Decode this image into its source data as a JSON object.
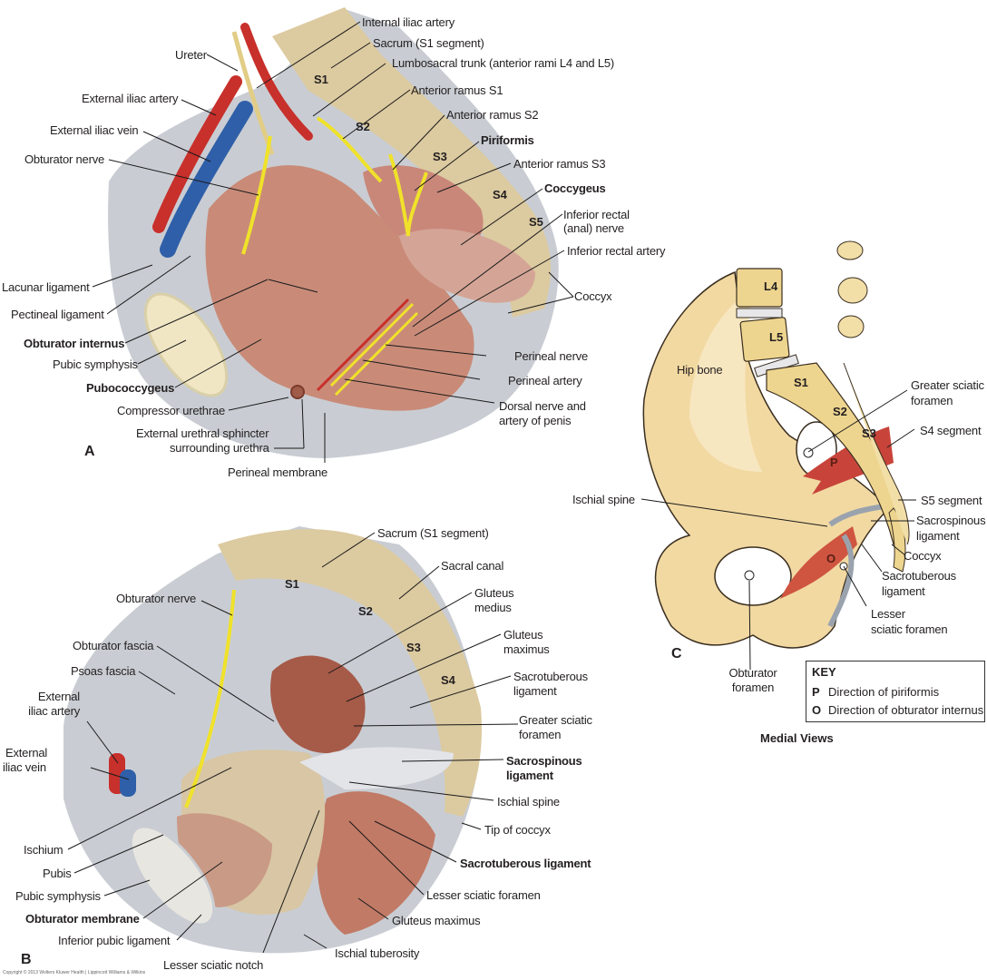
{
  "panel_a": {
    "letter": "A",
    "segments": [
      "S1",
      "S2",
      "S3",
      "S4",
      "S5"
    ],
    "labels_left": [
      {
        "text": "Ureter",
        "bold": false
      },
      {
        "text": "External iliac artery",
        "bold": false
      },
      {
        "text": "External iliac vein",
        "bold": false
      },
      {
        "text": "Obturator nerve",
        "bold": false
      },
      {
        "text": "Lacunar ligament",
        "bold": false
      },
      {
        "text": "Pectineal ligament",
        "bold": false
      },
      {
        "text": "Obturator internus",
        "bold": true
      },
      {
        "text": "Pubic symphysis",
        "bold": false
      },
      {
        "text": "Pubococcygeus",
        "bold": true
      },
      {
        "text": "Compressor urethrae",
        "bold": false
      },
      {
        "text": "External urethral sphincter",
        "bold": false
      },
      {
        "text": "surrounding urethra",
        "bold": false
      },
      {
        "text": "Perineal membrane",
        "bold": false
      }
    ],
    "labels_right": [
      {
        "text": "Internal iliac artery",
        "bold": false
      },
      {
        "text": "Sacrum (S1 segment)",
        "bold": false
      },
      {
        "text": "Lumbosacral trunk (anterior rami L4 and L5)",
        "bold": false
      },
      {
        "text": "Anterior ramus S1",
        "bold": false
      },
      {
        "text": "Anterior ramus S2",
        "bold": false
      },
      {
        "text": "Piriformis",
        "bold": true
      },
      {
        "text": "Anterior ramus S3",
        "bold": false
      },
      {
        "text": "Coccygeus",
        "bold": true
      },
      {
        "text": "Inferior rectal",
        "bold": false
      },
      {
        "text": "(anal) nerve",
        "bold": false
      },
      {
        "text": "Inferior rectal artery",
        "bold": false
      },
      {
        "text": "Coccyx",
        "bold": false
      },
      {
        "text": "Perineal nerve",
        "bold": false
      },
      {
        "text": "Perineal artery",
        "bold": false
      },
      {
        "text": "Dorsal nerve and",
        "bold": false
      },
      {
        "text": "artery of penis",
        "bold": false
      }
    ]
  },
  "panel_b": {
    "letter": "B",
    "segments": [
      "S1",
      "S2",
      "S3",
      "S4"
    ],
    "labels_left": [
      {
        "text": "Obturator nerve",
        "bold": false
      },
      {
        "text": "Obturator fascia",
        "bold": false
      },
      {
        "text": "Psoas fascia",
        "bold": false
      },
      {
        "text": "External",
        "bold": false
      },
      {
        "text": "iliac artery",
        "bold": false
      },
      {
        "text": "External",
        "bold": false
      },
      {
        "text": "iliac vein",
        "bold": false
      },
      {
        "text": "Ischium",
        "bold": false
      },
      {
        "text": "Pubis",
        "bold": false
      },
      {
        "text": "Pubic symphysis",
        "bold": false
      },
      {
        "text": "Obturator membrane",
        "bold": true
      },
      {
        "text": "Inferior pubic ligament",
        "bold": false
      },
      {
        "text": "Lesser sciatic notch",
        "bold": false
      },
      {
        "text": "Ischial tuberosity",
        "bold": false
      }
    ],
    "labels_right": [
      {
        "text": "Sacrum (S1 segment)",
        "bold": false
      },
      {
        "text": "Sacral canal",
        "bold": false
      },
      {
        "text": "Gluteus",
        "bold": false
      },
      {
        "text": "medius",
        "bold": false
      },
      {
        "text": "Gluteus",
        "bold": false
      },
      {
        "text": "maximus",
        "bold": false
      },
      {
        "text": "Sacrotuberous",
        "bold": false
      },
      {
        "text": "ligament",
        "bold": false
      },
      {
        "text": "Greater sciatic",
        "bold": false
      },
      {
        "text": "foramen",
        "bold": false
      },
      {
        "text": "Sacrospinous",
        "bold": true
      },
      {
        "text": "ligament",
        "bold": true
      },
      {
        "text": "Ischial spine",
        "bold": false
      },
      {
        "text": "Tip of coccyx",
        "bold": false
      },
      {
        "text": "Sacrotuberous ligament",
        "bold": true
      },
      {
        "text": "Lesser sciatic foramen",
        "bold": false
      },
      {
        "text": "Gluteus maximus",
        "bold": false
      }
    ]
  },
  "panel_c": {
    "letter": "C",
    "vertebrae": [
      "L4",
      "L5",
      "S1",
      "S2",
      "S3"
    ],
    "muscle_markers": [
      "P",
      "O"
    ],
    "labels": [
      {
        "text": "Hip bone"
      },
      {
        "text": "Greater sciatic"
      },
      {
        "text": "foramen"
      },
      {
        "text": "S4 segment"
      },
      {
        "text": "Ischial spine"
      },
      {
        "text": "S5 segment"
      },
      {
        "text": "Sacrospinous"
      },
      {
        "text": "ligament"
      },
      {
        "text": "Coccyx"
      },
      {
        "text": "Sacrotuberous"
      },
      {
        "text": "ligament"
      },
      {
        "text": "Lesser"
      },
      {
        "text": "sciatic foramen"
      },
      {
        "text": "Obturator"
      },
      {
        "text": "foramen"
      }
    ],
    "caption": "Medial Views"
  },
  "key": {
    "title": "KEY",
    "items": [
      {
        "symbol": "P",
        "text": "Direction of piriformis"
      },
      {
        "symbol": "O",
        "text": "Direction of obturator internus"
      }
    ]
  },
  "colors": {
    "bone": "#e8cf9a",
    "bone_light": "#f6e3b4",
    "muscle": "#c9735f",
    "artery": "#c8302b",
    "vein": "#2f5fa8",
    "nerve": "#f0e22a",
    "fascia": "#c9cdd3",
    "piriformis_arrow": "#c8443a"
  },
  "copyright": "Copyright © 2013 Wolters Kluwer Health | Lippincott Williams & Wilkins"
}
